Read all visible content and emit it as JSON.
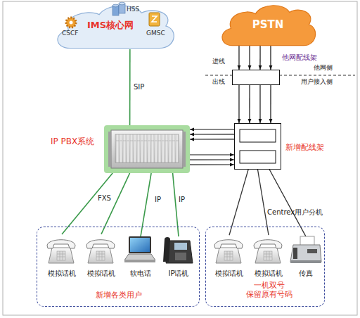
{
  "diagram": {
    "nodes": [
      {
        "text": [
          "IMS核心网",
          "CSCF",
          "HSS",
          "GMSC"
        ]
      },
      {
        "text": [
          "PSTN"
        ]
      },
      {
        "text": [
          "他网配线架"
        ]
      },
      {
        "text": [
          "IP PBX系统"
        ]
      },
      {
        "text": [
          "新增配线架"
        ]
      },
      {
        "text": [
          "新增各类用户"
        ]
      },
      {
        "text": [
          "模拟话机"
        ],
        "in": 5
      },
      {
        "text": [
          "模拟话机"
        ],
        "in": 5
      },
      {
        "text": [
          "软电话"
        ],
        "in": 5
      },
      {
        "text": [
          "IP话机"
        ],
        "in": 5
      },
      {
        "text": [
          "一机双号 保留原有号码"
        ]
      },
      {
        "text": [
          "模拟话机"
        ],
        "in": 10
      },
      {
        "text": [
          "模拟话机"
        ],
        "in": 10
      },
      {
        "text": [
          "传真"
        ],
        "in": 10
      }
    ],
    "edges": [
      {
        "from": 0,
        "to": 3,
        "label": "SIP",
        "arrow": "none"
      },
      {
        "from": 1,
        "to": 2,
        "arrow": "to"
      },
      {
        "from": 1,
        "to": 2,
        "arrow": "to"
      },
      {
        "from": 1,
        "to": 2,
        "arrow": "to"
      },
      {
        "from": 1,
        "to": 2,
        "arrow": "to"
      },
      {
        "from": 2,
        "to": 4,
        "arrow": "to"
      },
      {
        "from": 2,
        "to": 4,
        "arrow": "to"
      },
      {
        "from": 2,
        "to": 4,
        "arrow": "to"
      },
      {
        "from": 2,
        "to": 4,
        "arrow": "to"
      },
      {
        "from": 4,
        "to": 3,
        "arrow": "to"
      },
      {
        "from": 4,
        "to": 3,
        "arrow": "to"
      },
      {
        "from": 4,
        "to": 3,
        "arrow": "to"
      },
      {
        "from": 3,
        "to": 4,
        "arrow": "to"
      },
      {
        "from": 3,
        "to": 4,
        "arrow": "to"
      },
      {
        "from": 3,
        "to": 4,
        "arrow": "to"
      },
      {
        "from": 3,
        "to": 6,
        "label": "FXS",
        "arrow": "none"
      },
      {
        "from": 3,
        "to": 7,
        "arrow": "none"
      },
      {
        "from": 3,
        "to": 8,
        "label": "IP",
        "arrow": "none"
      },
      {
        "from": 3,
        "to": 9,
        "label": "IP",
        "arrow": "none"
      },
      {
        "from": 4,
        "to": 11,
        "arrow": "none"
      },
      {
        "from": 4,
        "to": 12,
        "label": "Centrex用户分机",
        "arrow": "none"
      },
      {
        "from": 4,
        "to": 13,
        "arrow": "none"
      }
    ],
    "labels": [
      "进线",
      "出线",
      "他网侧",
      "用户接入侧"
    ]
  }
}
